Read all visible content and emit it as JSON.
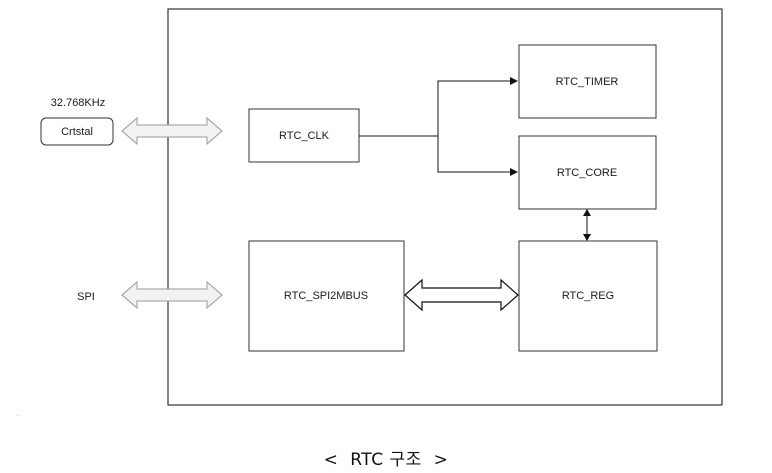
{
  "diagram": {
    "crystal_freq": "32.768KHz",
    "crystal_label": "Crtstal",
    "spi_label": "SPI",
    "blocks": {
      "rtc_clk": "RTC_CLK",
      "rtc_timer": "RTC_TIMER",
      "rtc_core": "RTC_CORE",
      "rtc_spi2mbus": "RTC_SPI2MBUS",
      "rtc_reg": "RTC_REG"
    }
  },
  "caption": {
    "open": "<",
    "text": "RTC 구조",
    "close": ">"
  }
}
